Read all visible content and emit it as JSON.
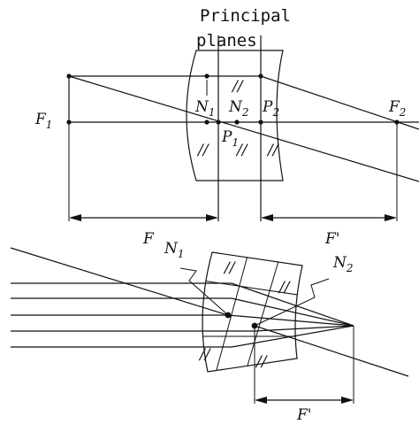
{
  "heading": {
    "line1": "Principal",
    "line2": "planes"
  },
  "top": {
    "f1": {
      "main": "F",
      "sub": "1"
    },
    "f2": {
      "main": "F",
      "sub": "2"
    },
    "n1": {
      "main": "N",
      "sub": "1"
    },
    "n2": {
      "main": "N",
      "sub": "2"
    },
    "p1": {
      "main": "P",
      "sub": "1"
    },
    "p2": {
      "main": "P",
      "sub": "2"
    },
    "f_front": "F",
    "f_back": "F'"
  },
  "bottom": {
    "n1": {
      "main": "N",
      "sub": "1"
    },
    "n2": {
      "main": "N",
      "sub": "2"
    },
    "f_back": "F'"
  },
  "hatch_mark": "//"
}
